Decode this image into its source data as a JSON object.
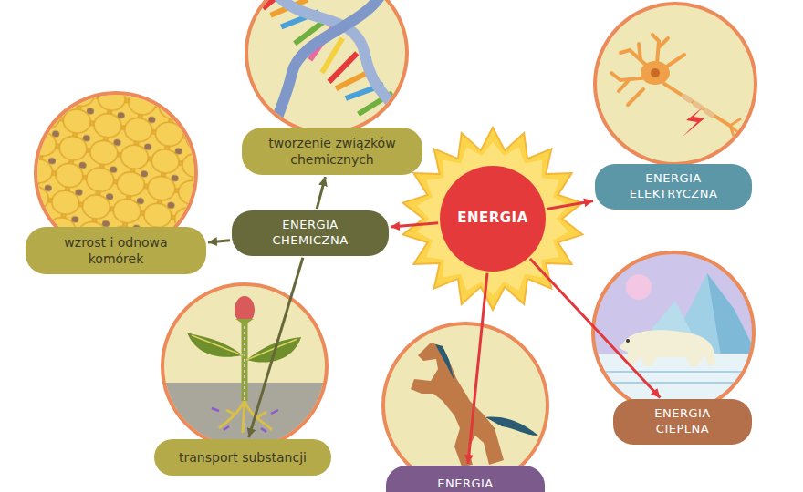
{
  "diagram": {
    "nodes": [
      {
        "text": [
          "tworzenie związków chemicznych"
        ]
      },
      {
        "text": [
          "ENERGIA ELEKTRYCZNA"
        ]
      },
      {
        "text": [
          "ENERGIA"
        ]
      },
      {
        "text": [
          "ENERGIA CHEMICZNA"
        ]
      },
      {
        "text": [
          "wzrost i odnowa komórek"
        ]
      },
      {
        "text": [
          "ENERGIA CIEPLNA"
        ]
      },
      {
        "text": [
          "transport substancji"
        ]
      },
      {
        "text": [
          "ENERGIA"
        ]
      }
    ],
    "edges": [
      {
        "from": 2,
        "to": 3,
        "arrow": "to"
      },
      {
        "from": 2,
        "to": 1,
        "arrow": "to"
      },
      {
        "from": 2,
        "to": 5,
        "arrow": "to"
      },
      {
        "from": 2,
        "to": 7,
        "arrow": "to"
      },
      {
        "from": 3,
        "to": 0,
        "arrow": "to"
      },
      {
        "from": 3,
        "to": 4,
        "arrow": "to"
      },
      {
        "from": 3,
        "to": 6,
        "arrow": "to"
      }
    ]
  }
}
